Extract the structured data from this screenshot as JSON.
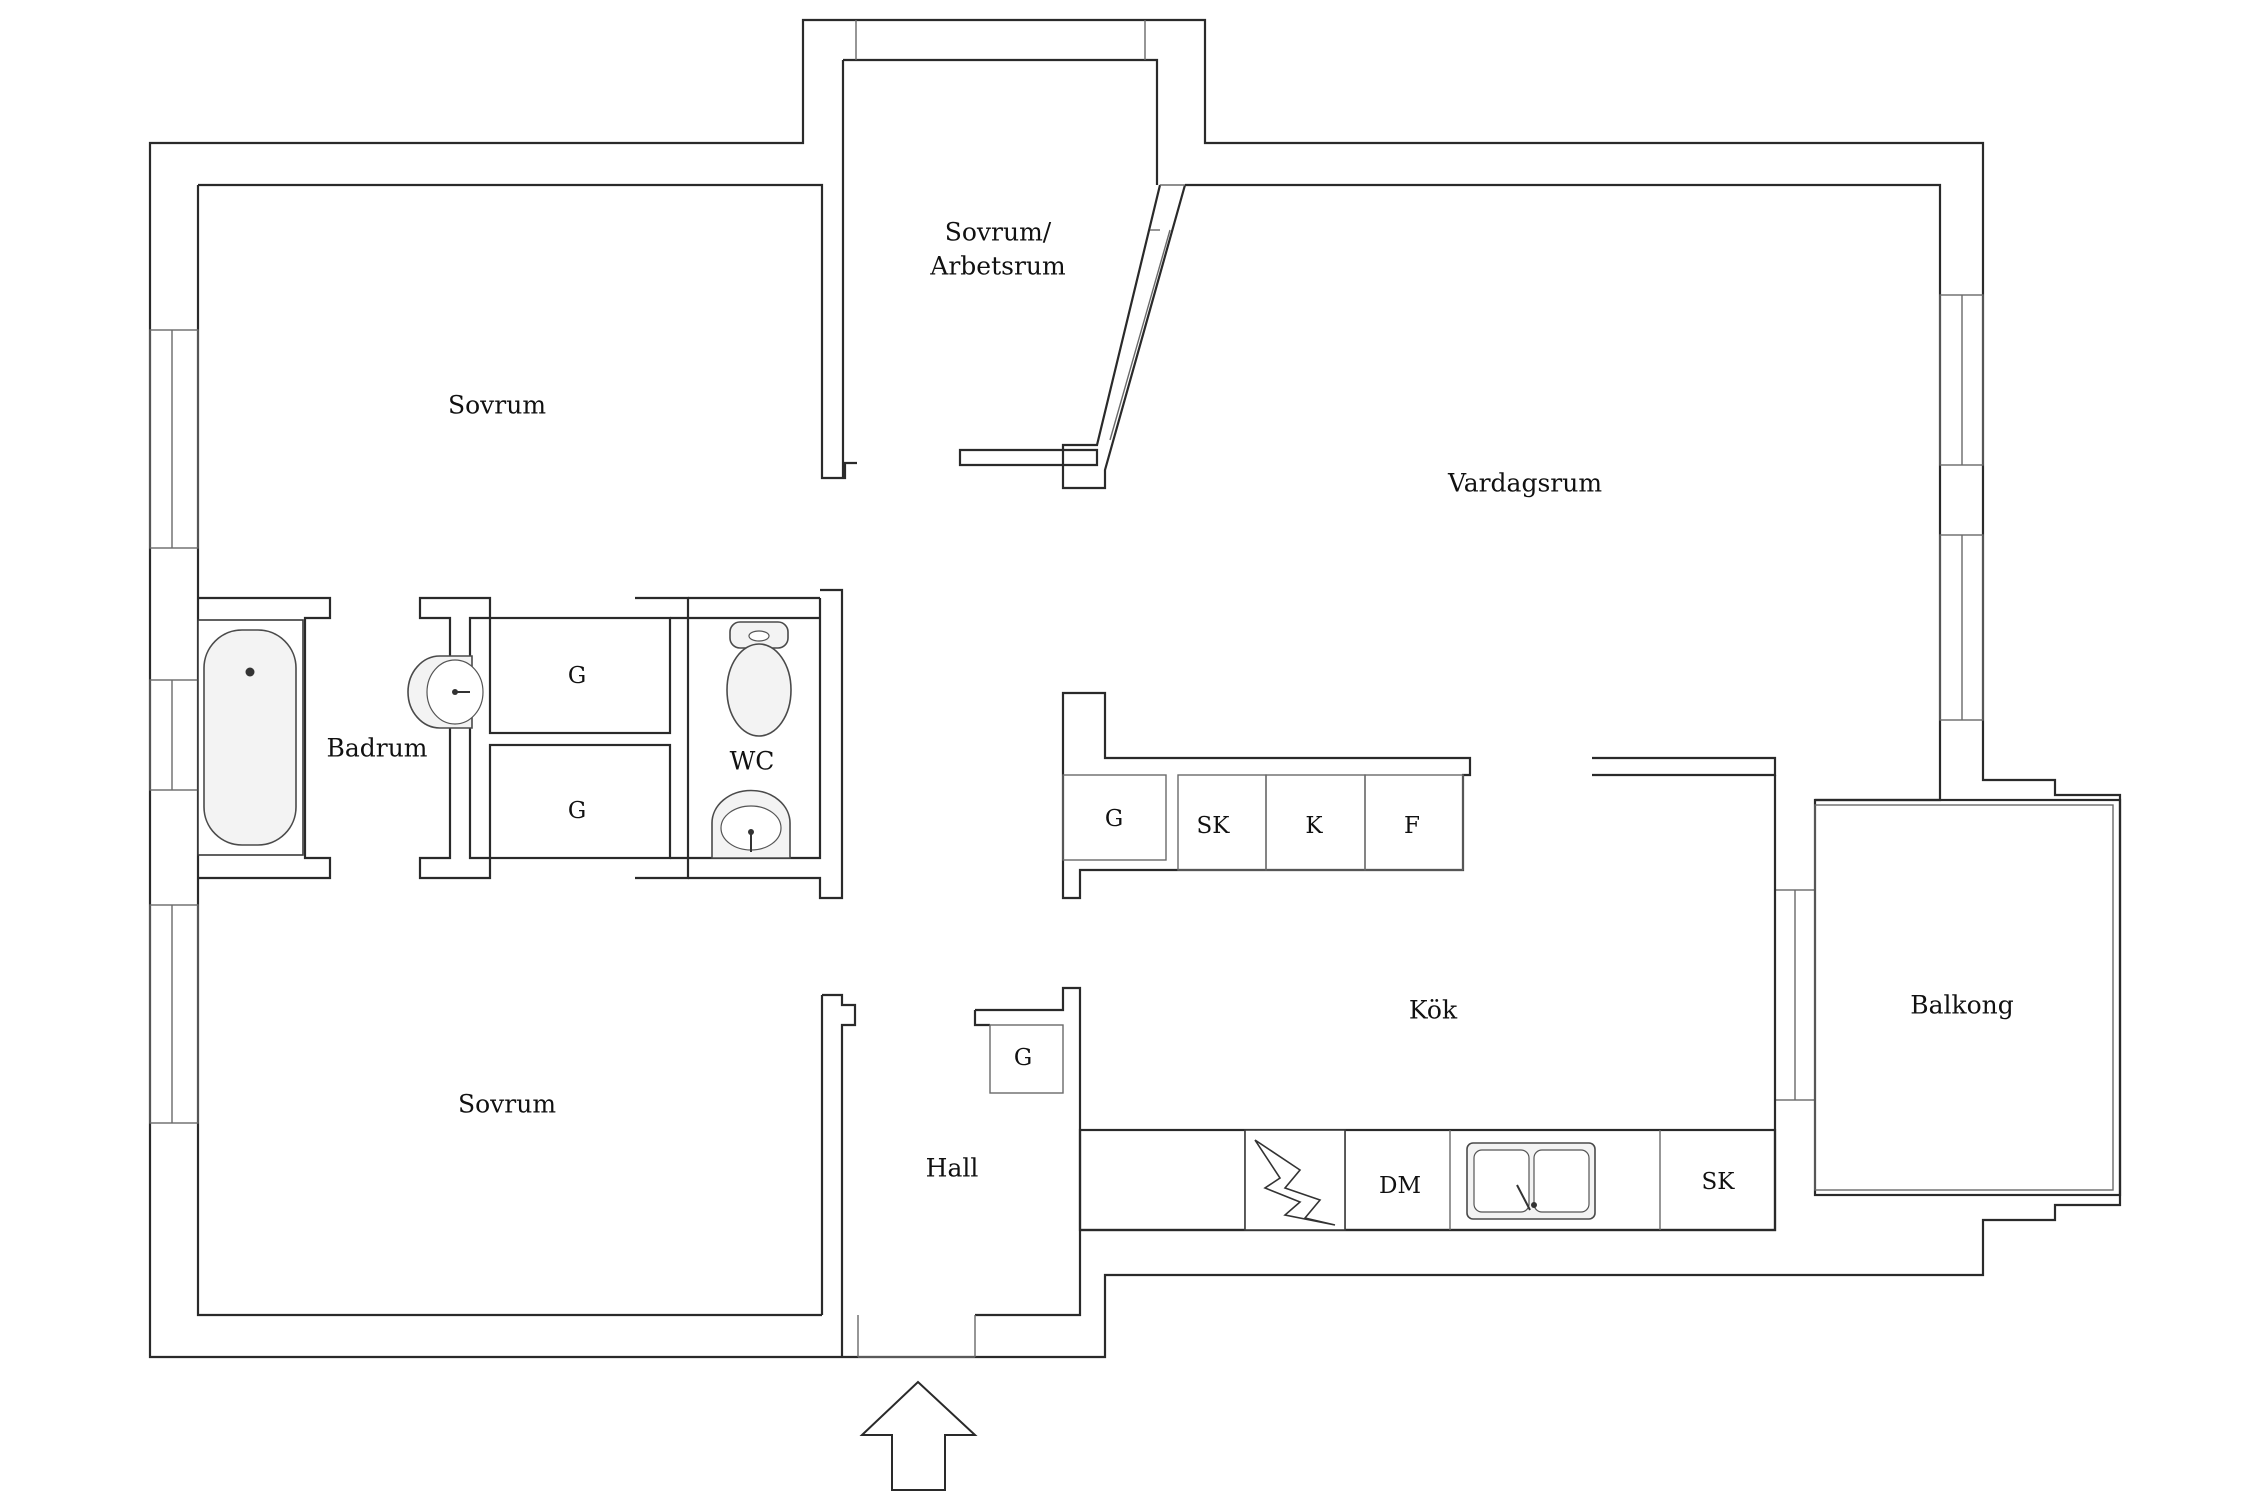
{
  "rooms": {
    "sovrum_top": "Sovrum",
    "sovrum_arbetsrum_line1": "Sovrum/",
    "sovrum_arbetsrum_line2": "Arbetsrum",
    "vardagsrum": "Vardagsrum",
    "badrum": "Badrum",
    "wc": "WC",
    "sovrum_bottom": "Sovrum",
    "hall": "Hall",
    "kok": "Kök",
    "balkong": "Balkong"
  },
  "storage": {
    "g_upper": "G",
    "g_lower": "G",
    "g_kitchen": "G",
    "g_hall": "G",
    "sk_kitchen": "SK",
    "k": "K",
    "f": "F",
    "dm": "DM",
    "sk_counter": "SK"
  },
  "icons": {
    "entrance": "entrance-arrow-icon",
    "bathtub": "bathtub-icon",
    "sink": "sink-icon",
    "toilet": "toilet-icon",
    "stove": "stove-icon",
    "kitchen_sink": "double-sink-icon"
  },
  "colors": {
    "wall": "#2a2a2a",
    "background": "#ffffff"
  }
}
